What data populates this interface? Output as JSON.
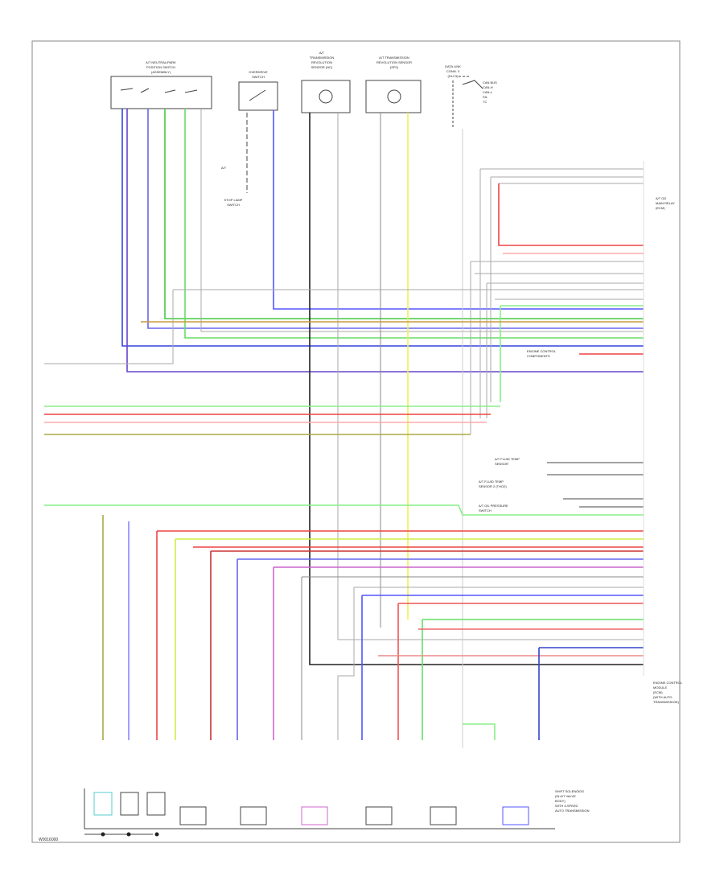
{
  "diagram_code": "W0016000",
  "top_components": [
    {
      "id": "pnp",
      "title_lines": [
        "A/T NEUTRAL/PARK",
        "POSITION SWITCH",
        "(ASSEMBLY)"
      ]
    },
    {
      "id": "ovr",
      "title_lines": [
        "OVERDRIVE",
        "SWITCH"
      ]
    },
    {
      "id": "ntc",
      "title_lines": [
        "A/T",
        "TRANSMISSION",
        "REVOLUTION",
        "SENSOR (NC)"
      ]
    },
    {
      "id": "nts",
      "title_lines": [
        "A/T TRANSMISSION",
        "REVOLUTION SENSOR",
        "(SP2)"
      ]
    },
    {
      "id": "dlc",
      "title_lines": [
        "DATA LINK",
        "CONN. 3",
        "(DLC3)"
      ]
    }
  ],
  "dlc_labels": [
    "CAN BUS",
    "CAN-H",
    "CAN-L",
    "SIL",
    "TC"
  ],
  "brake_switch_label": [
    "STOP LAMP",
    "SWITCH"
  ],
  "ecm_top_label": [
    "A/T OD",
    "MAIN RELAY",
    "(ECM)"
  ],
  "ecm_bottom_label": [
    "ENGINE CONTROL",
    "MODULE",
    "(ECM)",
    "(WITH AUTO",
    "TRANSMISSION)"
  ],
  "solenoid_label": [
    "SHIFT SOLENOIDS",
    "(IN A/T VALVE",
    "BODY)",
    "WITH 4-SPEED",
    "AUTO TRANSMISSION"
  ],
  "side_label_1": [
    "ENGINE CONTROL",
    "COMPONENTS"
  ],
  "side_label_2": [
    "A/T FLUID TEMP",
    "SENSOR"
  ],
  "side_label_3": [
    "A/T FLUID TEMP",
    "SENSOR 2 (THO2)"
  ],
  "side_label_4": [
    "A/T OIL PRESSURE",
    "SWITCH"
  ]
}
